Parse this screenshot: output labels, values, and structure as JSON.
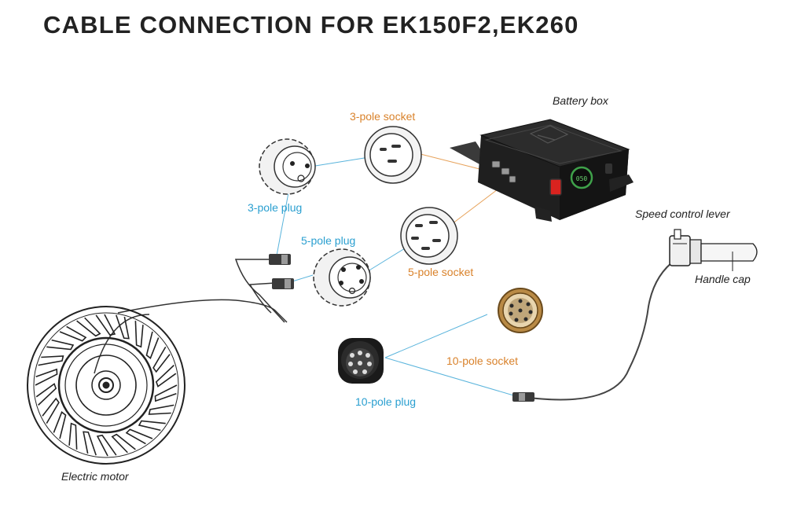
{
  "title": "CABLE CONNECTION FOR EK150F2,EK260",
  "colors": {
    "plug_label": "#2a9fd0",
    "socket_label": "#d9822b",
    "text": "#222222",
    "line_blue": "#5ab4dc",
    "line_orange": "#e7a35c"
  },
  "labels": {
    "battery_box": "Battery box",
    "socket_3pole": "3-pole socket",
    "plug_3pole": "3-pole plug",
    "plug_5pole": "5-pole plug",
    "socket_5pole": "5-pole socket",
    "socket_10pole": "10-pole socket",
    "plug_10pole": "10-pole plug",
    "speed_lever": "Speed control lever",
    "handle_cap": "Handle cap",
    "motor": "Electric motor"
  },
  "battery_display": "050"
}
